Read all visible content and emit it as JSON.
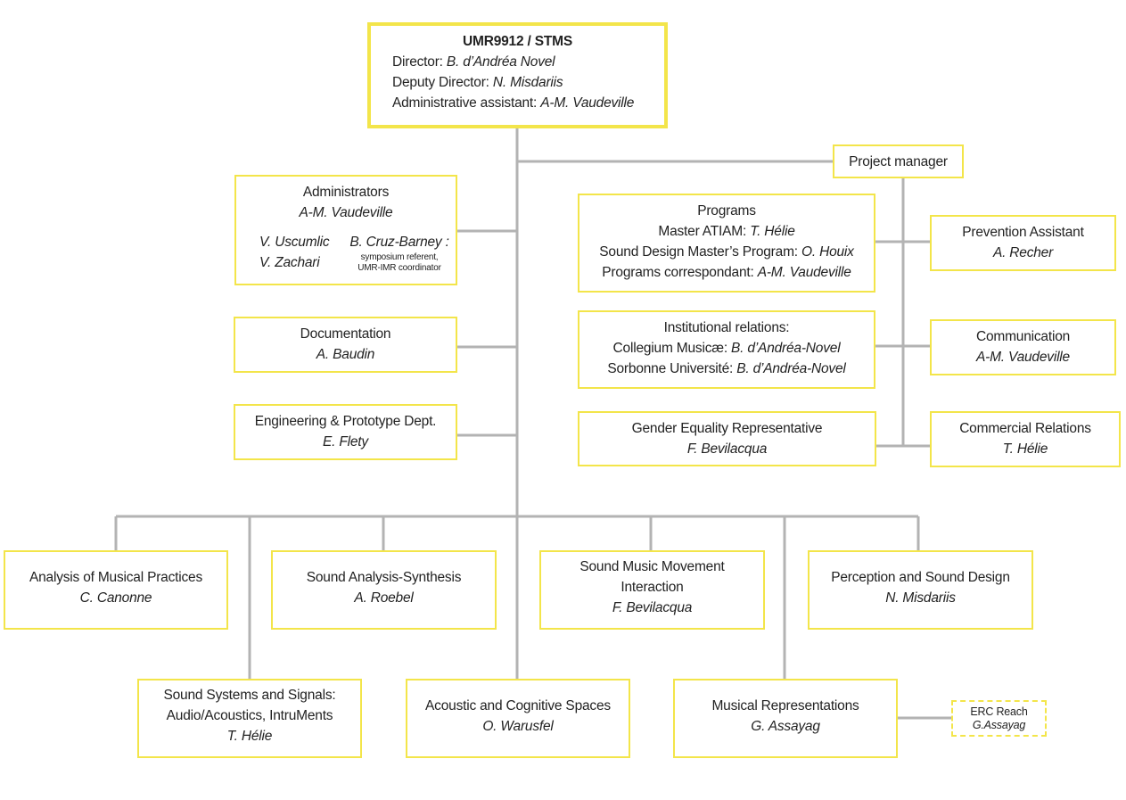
{
  "colors": {
    "box_border": "#f3e54a",
    "line": "#b3b3b3"
  },
  "director_box": {
    "title": "UMR9912 / STMS",
    "rows": [
      {
        "role": "Director:",
        "name": "B. d’Andréa Novel"
      },
      {
        "role": "Deputy Director:",
        "name": "N. Misdariis"
      },
      {
        "role": "Administrative assistant:",
        "name": "A-M. Vaudeville"
      }
    ]
  },
  "project_manager": {
    "title": "Project manager"
  },
  "administrators": {
    "title": "Administrators",
    "lead": "A-M. Vaudeville",
    "members_left": [
      "V. Uscumlic",
      "V. Zachari"
    ],
    "member_right": "B. Cruz-Barney :",
    "member_right_note": [
      "symposium referent,",
      "UMR-IMR coordinator"
    ]
  },
  "documentation": {
    "title": "Documentation",
    "name": "A. Baudin"
  },
  "engineering": {
    "title": "Engineering & Prototype Dept.",
    "name": "E. Flety"
  },
  "programs": {
    "title": "Programs",
    "rows": [
      {
        "role": "Master ATIAM:",
        "name": "T. Hélie"
      },
      {
        "role": "Sound Design Master’s Program:",
        "name": "O. Houix"
      },
      {
        "role": "Programs correspondant:",
        "name": "A-M. Vaudeville"
      }
    ]
  },
  "institutional": {
    "title": "Institutional relations:",
    "rows": [
      {
        "role": "Collegium Musicæ:",
        "name": "B. d’Andréa-Novel"
      },
      {
        "role": "Sorbonne Université:",
        "name": "B. d’Andréa-Novel"
      }
    ]
  },
  "gender": {
    "title": "Gender Equality Representative",
    "name": "F. Bevilacqua"
  },
  "prevention": {
    "title": "Prevention Assistant",
    "name": "A. Recher"
  },
  "communication": {
    "title": "Communication",
    "name": "A-M. Vaudeville"
  },
  "commercial": {
    "title": "Commercial Relations",
    "name": "T. Hélie"
  },
  "teams_row1": [
    {
      "title": "Analysis of Musical Practices",
      "name": "C. Canonne"
    },
    {
      "title": "Sound Analysis-Synthesis",
      "name": "A. Roebel"
    },
    {
      "title_lines": [
        "Sound Music Movement",
        "Interaction"
      ],
      "name": "F. Bevilacqua"
    },
    {
      "title": "Perception and Sound Design",
      "name": "N. Misdariis"
    }
  ],
  "teams_row2": [
    {
      "title_lines": [
        "Sound Systems and Signals:",
        "Audio/Acoustics, IntruMents"
      ],
      "name": "T. Hélie"
    },
    {
      "title": "Acoustic and Cognitive Spaces",
      "name": "O. Warusfel"
    },
    {
      "title": "Musical Representations",
      "name": "G. Assayag"
    }
  ],
  "erc": {
    "title": "ERC Reach",
    "name": "G.Assayag"
  }
}
